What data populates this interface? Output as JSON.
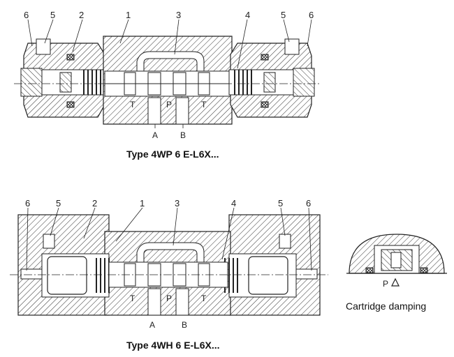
{
  "top_view": {
    "callouts": {
      "c6l": "6",
      "c5l": "5",
      "c2": "2",
      "c1": "1",
      "c3": "3",
      "c4": "4",
      "c5r": "5",
      "c6r": "6"
    },
    "ports": {
      "t_left": "T",
      "p": "P",
      "t_right": "T",
      "a": "A",
      "b": "B"
    },
    "caption": "Type 4WP 6 E-L6X..."
  },
  "bottom_view": {
    "callouts": {
      "c6l": "6",
      "c5l": "5",
      "c2": "2",
      "c1": "1",
      "c3": "3",
      "c4": "4",
      "c5r": "5",
      "c6r": "6"
    },
    "ports": {
      "t_left": "T",
      "p": "P",
      "t_right": "T",
      "a": "A",
      "b": "B"
    },
    "caption": "Type 4WH 6 E-L6X..."
  },
  "detail": {
    "port": "P",
    "caption": "Cartridge damping"
  }
}
